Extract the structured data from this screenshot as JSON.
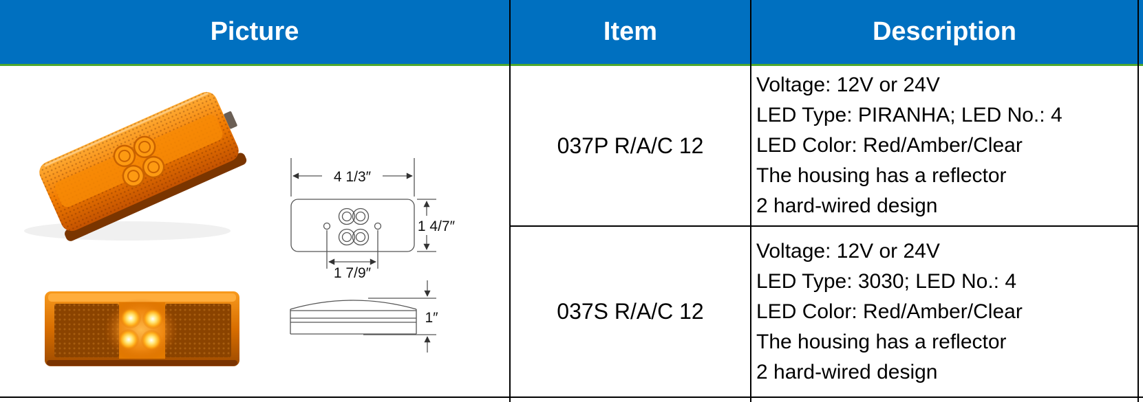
{
  "table": {
    "headers": [
      "Picture",
      "Item",
      "Description"
    ],
    "rows": [
      {
        "item": "037P R/A/C 12",
        "description": [
          "Voltage: 12V or 24V",
          "LED Type: PIRANHA; LED No.: 4",
          "LED Color: Red/Amber/Clear",
          "The housing has a reflector",
          "2 hard-wired design"
        ]
      },
      {
        "item": "037S R/A/C 12",
        "description": [
          "Voltage: 12V or 24V",
          "LED Type: 3030; LED No.: 4",
          "LED Color: Red/Amber/Clear",
          "The housing has a reflector",
          "2 hard-wired design"
        ]
      }
    ]
  },
  "diagram": {
    "width_label": "4 1/3″",
    "height_label": "1 4/7″",
    "hole_spacing_label": "1 7/9″",
    "profile_height_label": "1″"
  },
  "colors": {
    "header_bg": "#0070C0",
    "header_text": "#FFFFFF",
    "accent_line": "#4EA72E",
    "border": "#000000",
    "lamp_amber": "#F07F00"
  }
}
